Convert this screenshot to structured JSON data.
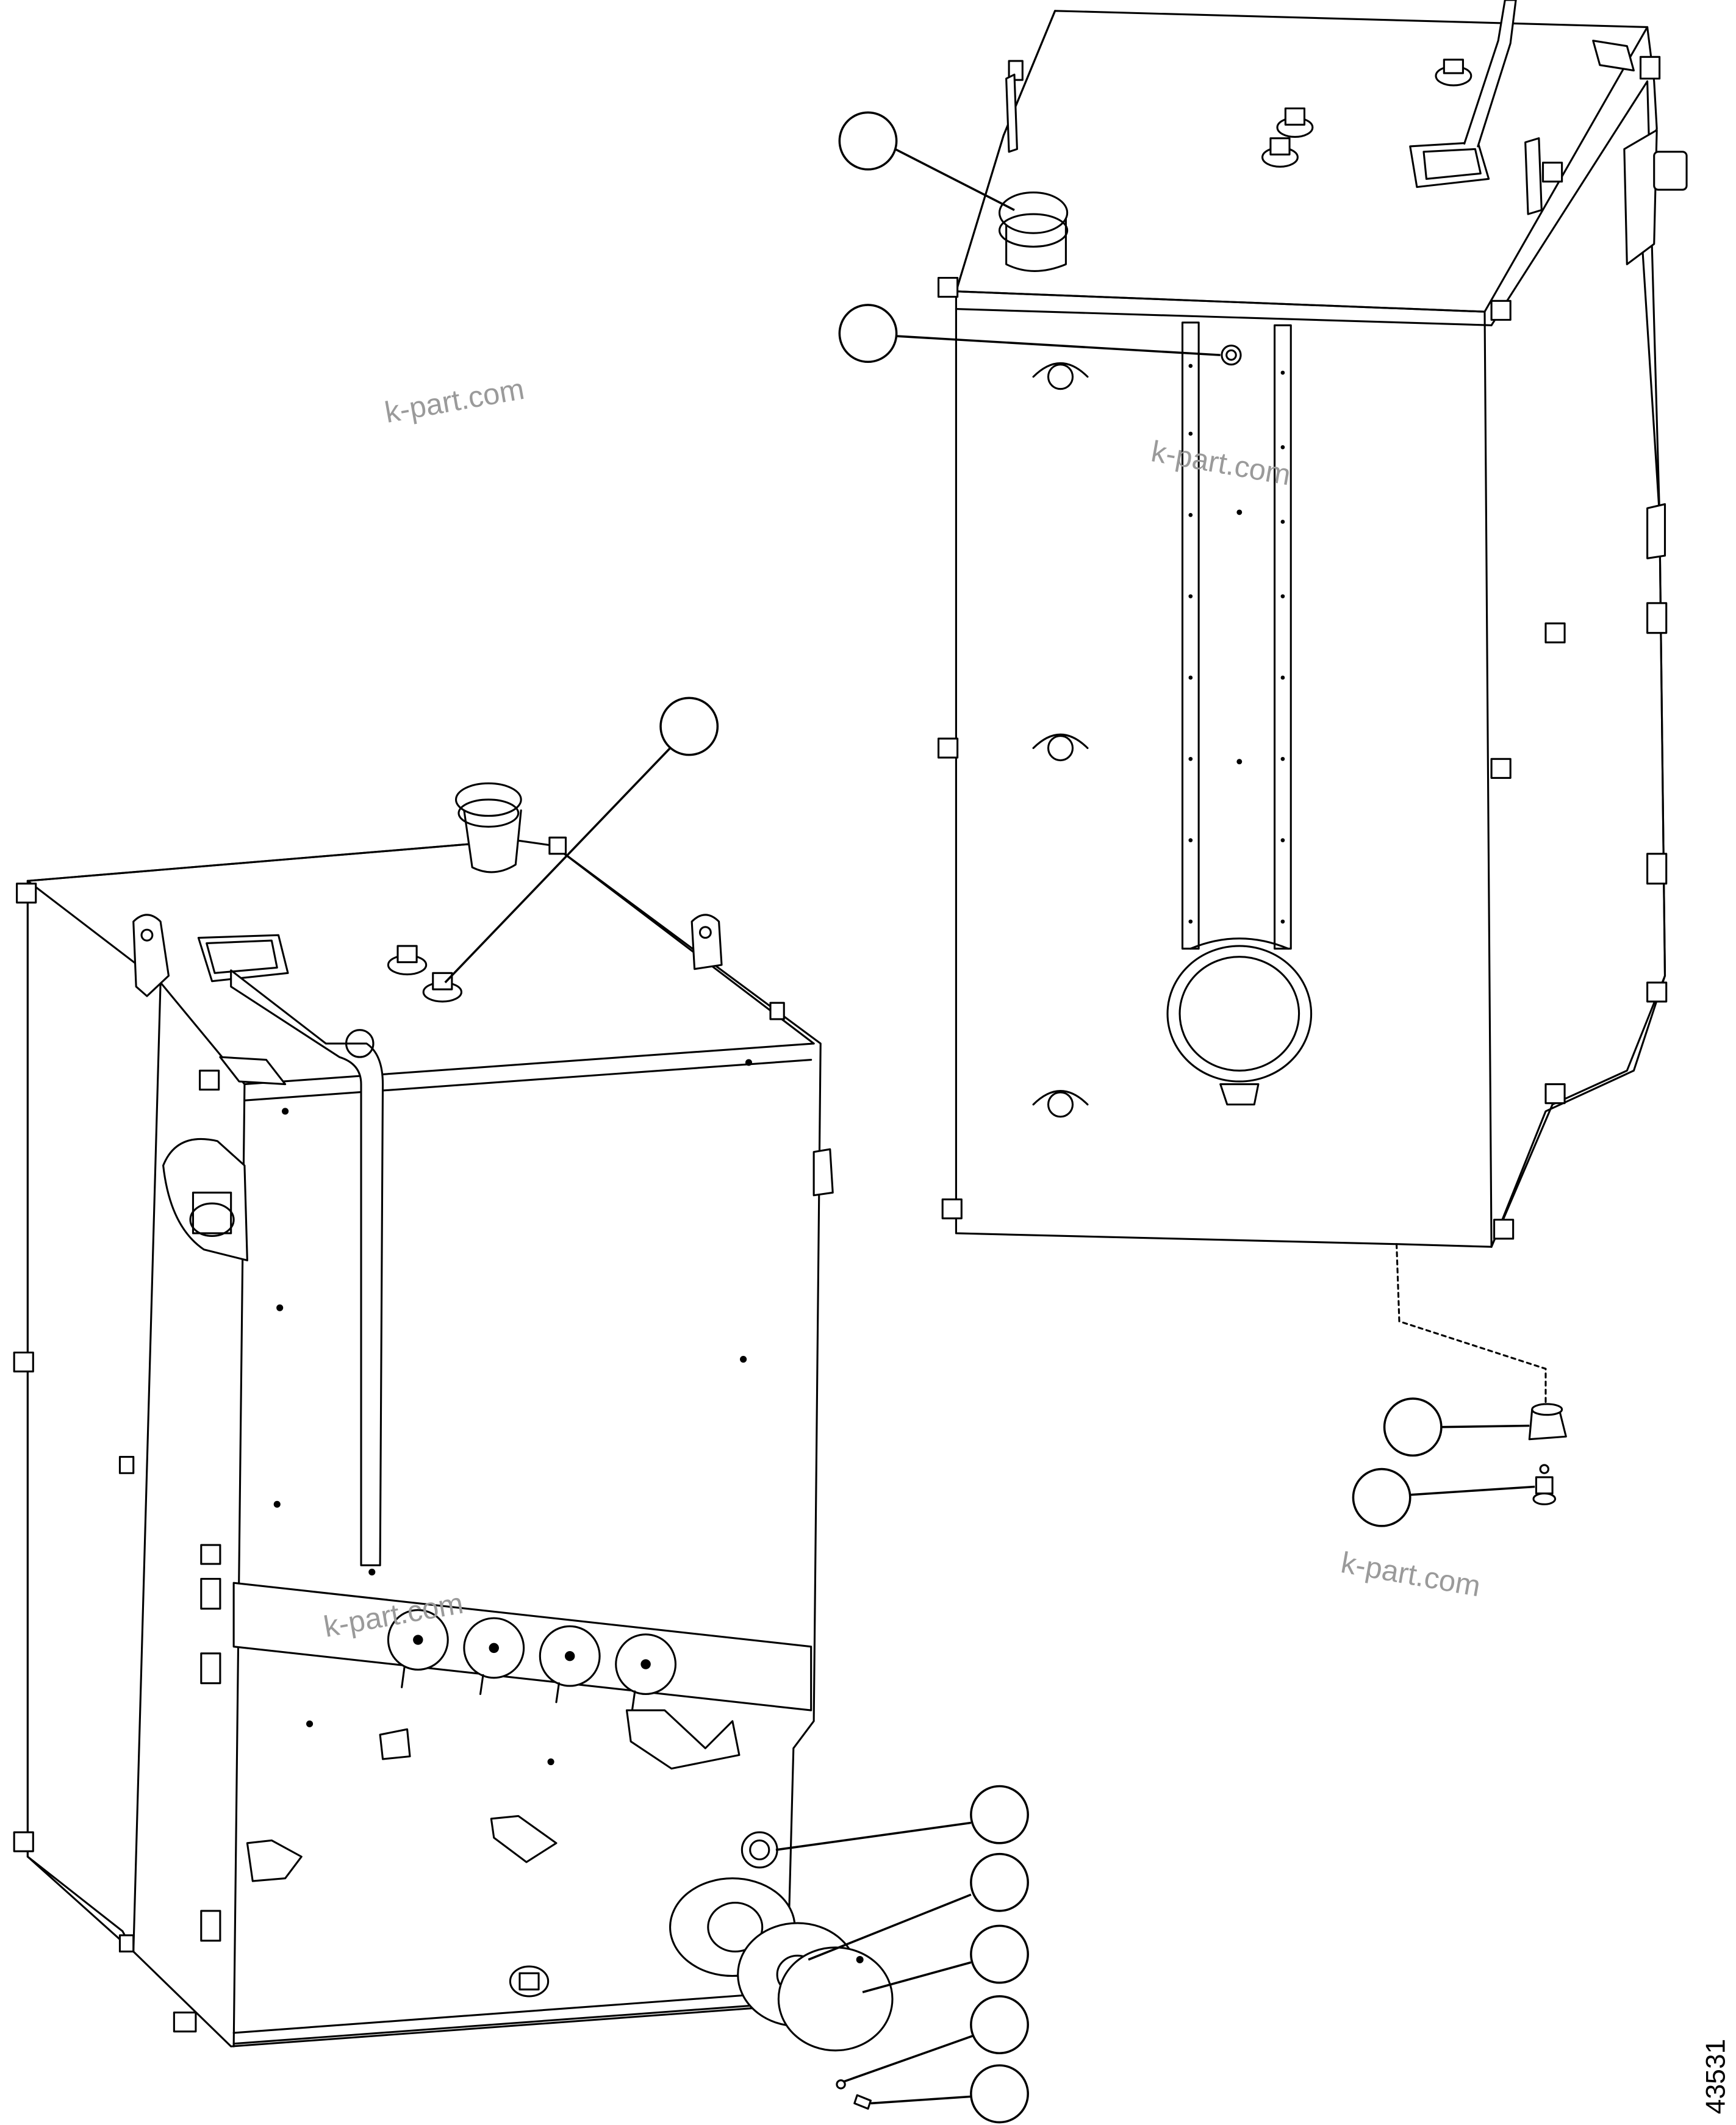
{
  "watermark": "k-part.com",
  "figure_number": "43531",
  "callouts": [
    {
      "id": "upper-filler-cap"
    },
    {
      "id": "upper-side-fitting"
    },
    {
      "id": "lower-top-fitting"
    },
    {
      "id": "drain-plug"
    },
    {
      "id": "drain-valve"
    },
    {
      "id": "sight-gauge"
    },
    {
      "id": "gasket"
    },
    {
      "id": "cover-plate"
    },
    {
      "id": "washer"
    },
    {
      "id": "screw"
    }
  ],
  "colors": {
    "line": "#000000",
    "watermark": "#9a9a9a",
    "background": "#ffffff"
  }
}
